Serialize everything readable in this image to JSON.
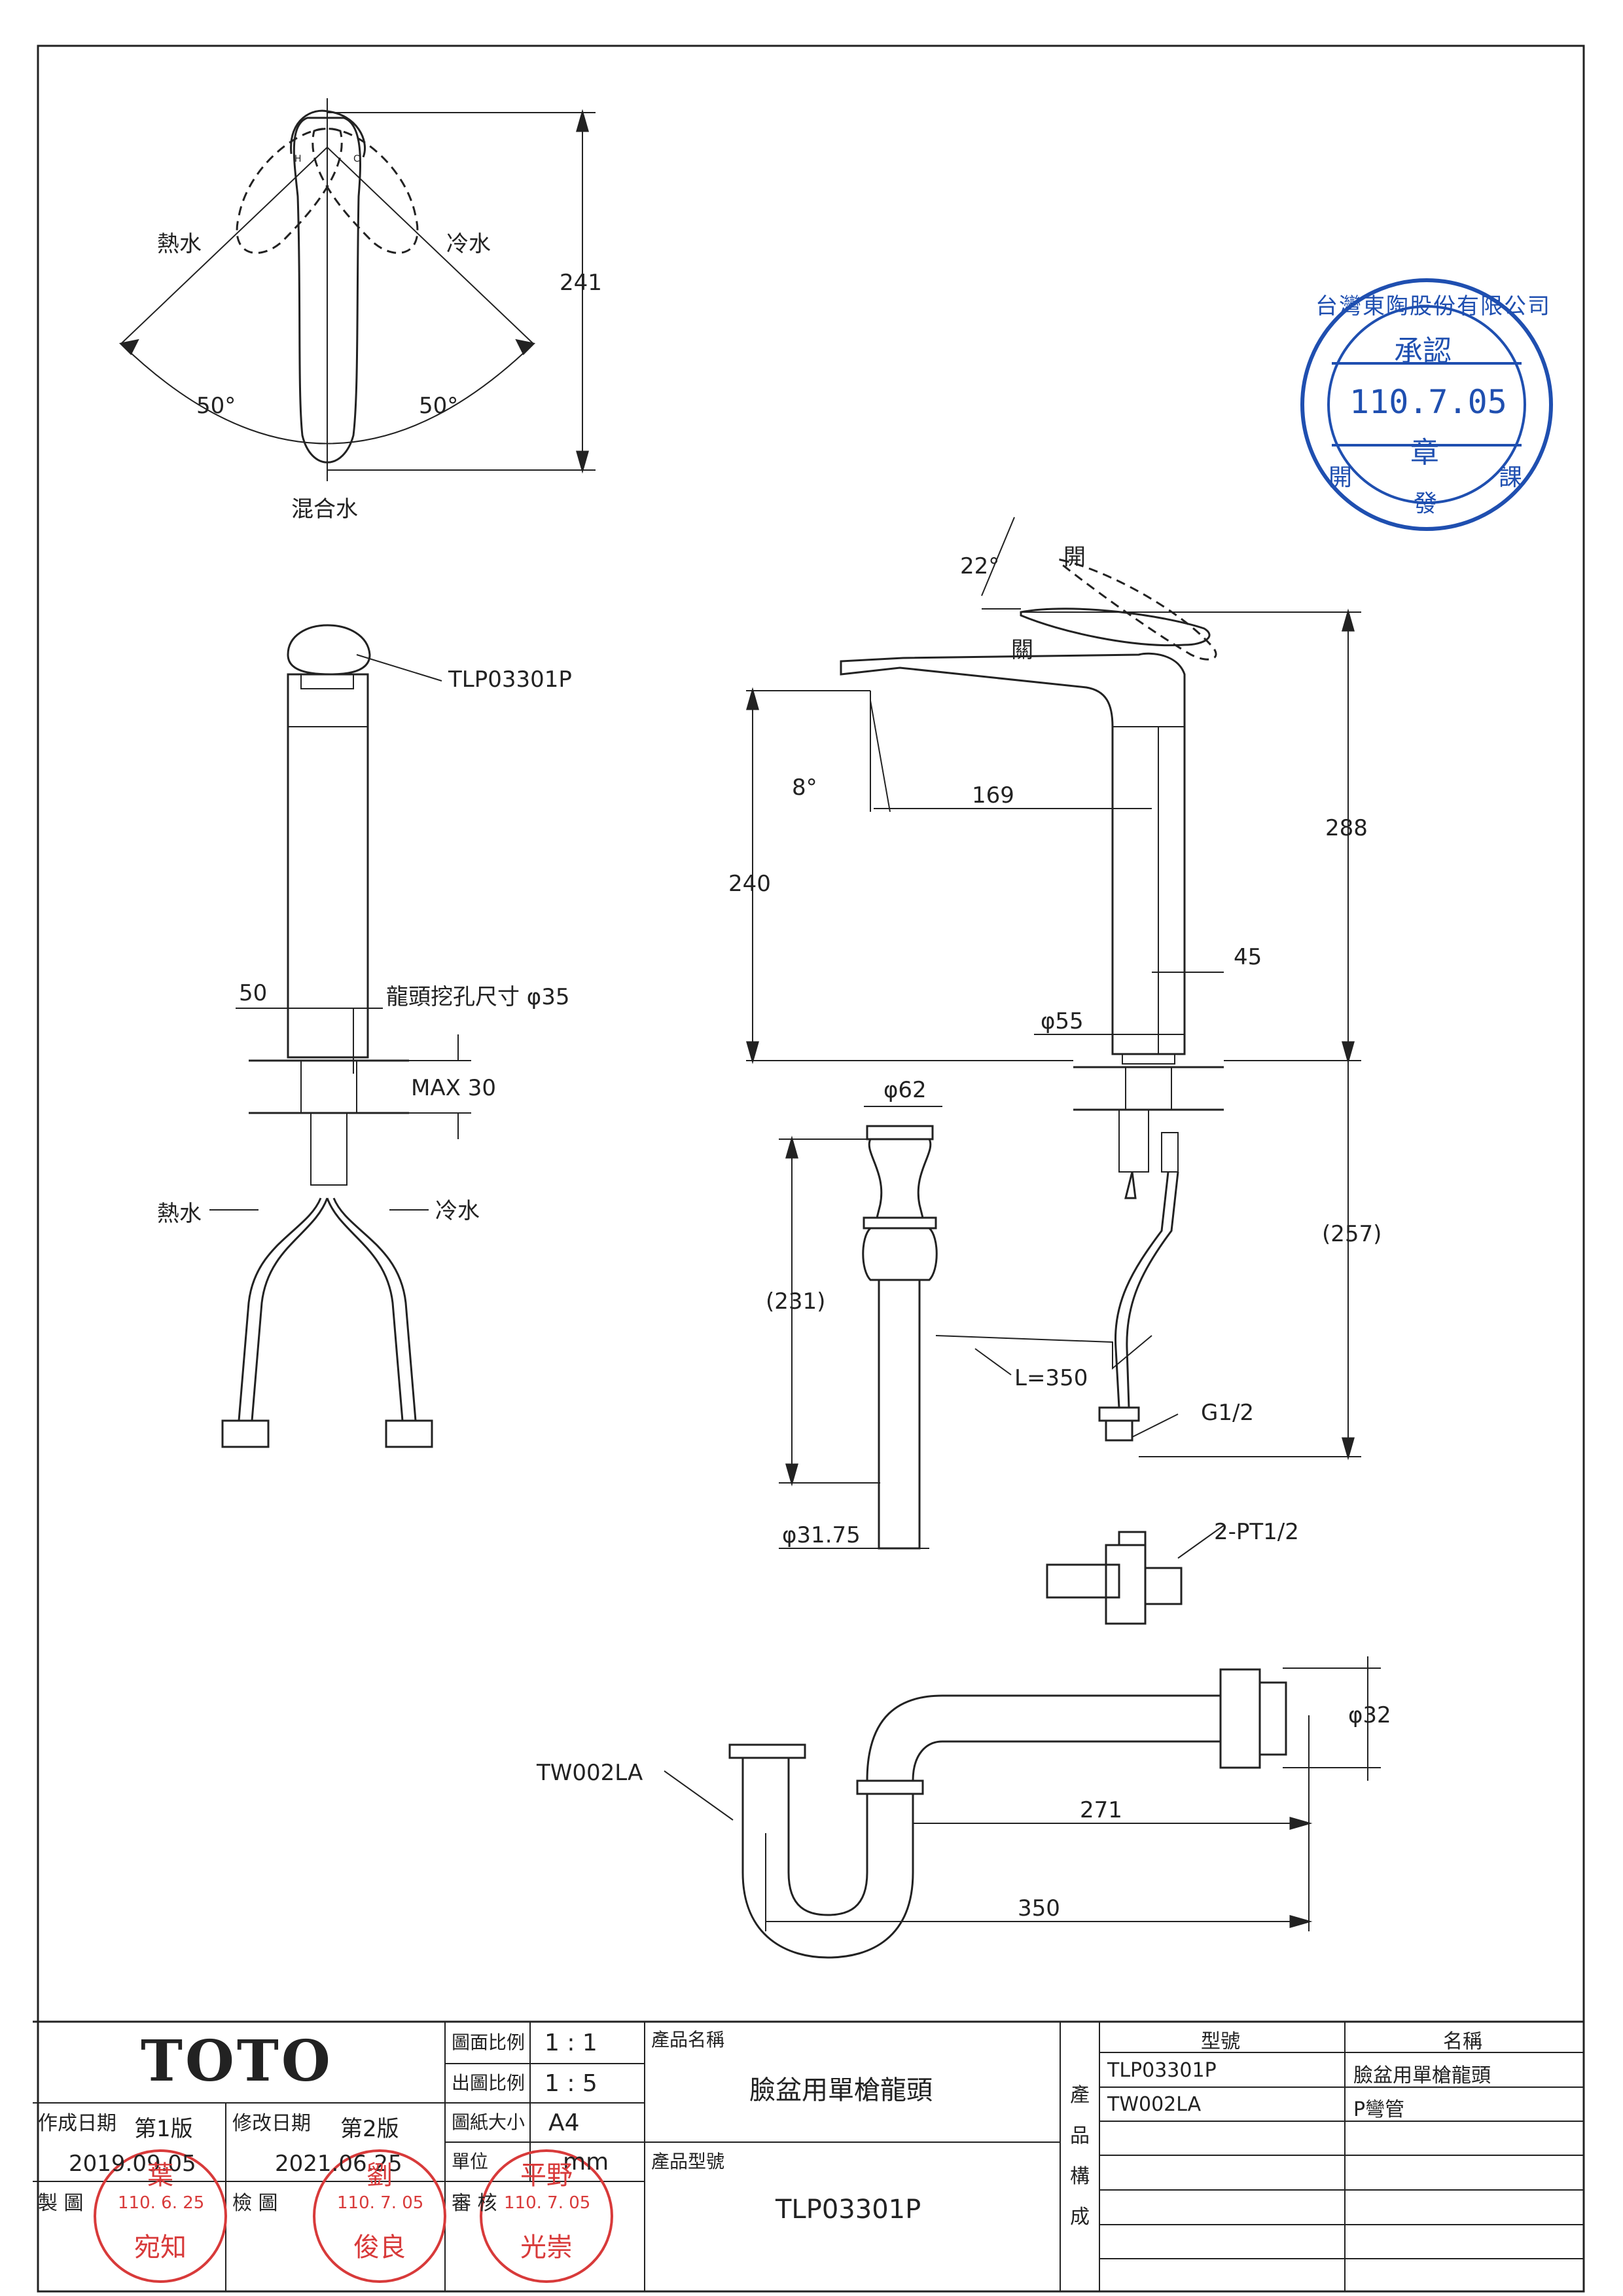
{
  "top_view": {
    "hot_label": "熱水",
    "cold_label": "冷水",
    "angle_left": "50°",
    "angle_right": "50°",
    "mixed_label": "混合水",
    "height_dim": "241",
    "handle_h": "H",
    "handle_c": "C"
  },
  "front_view": {
    "part_label": "TLP03301P",
    "width_dim": "50",
    "hole_label": "龍頭挖孔尺寸 φ35",
    "max_label": "MAX 30",
    "hot_label": "熱水",
    "cold_label": "冷水"
  },
  "side_view": {
    "open_label": "開",
    "close_label": "關",
    "angle_22": "22°",
    "angle_8": "8°",
    "reach_dim": "169",
    "height_288": "288",
    "height_240": "240",
    "offset_45": "45",
    "base_dim": "φ55",
    "drain_dia": "φ62",
    "below_257": "(257)",
    "drain_231": "(231)",
    "rod_len": "L=350",
    "thread_g": "G1/2",
    "pipe_dia": "φ31.75",
    "valve_label": "2-PT1/2"
  },
  "trap_view": {
    "part_label": "TW002LA",
    "dia_dim": "φ32",
    "len_271": "271",
    "len_350": "350"
  },
  "stamp_blue": {
    "ring_text": "台灣東陶股份有限公司",
    "top": "承認",
    "date": "110.7.05",
    "mark": "章",
    "dept_left": "開",
    "dept_mid": "發",
    "dept_right": "課"
  },
  "title_block": {
    "logo": "TOTO",
    "made_date_label": "作成日期",
    "made_version": "第1版",
    "made_date": "2019.09.05",
    "rev_date_label": "修改日期",
    "rev_version": "第2版",
    "rev_date": "2021.06.25",
    "drawn_label": "製 圖",
    "check_label": "檢 圖",
    "approve_label": "審 核",
    "scale_draw_label": "圖面比例",
    "scale_draw": "1 : 1",
    "scale_out_label": "出圖比例",
    "scale_out": "1 : 5",
    "paper_label": "圖紙大小",
    "paper": "A4",
    "unit_label": "單位",
    "unit": "mm",
    "product_name_label": "產品名稱",
    "product_name": "臉盆用單槍龍頭",
    "product_model_label": "產品型號",
    "product_model": "TLP03301P",
    "composition_label": "產品構成",
    "col_model": "型號",
    "col_name": "名稱",
    "rows": [
      {
        "model": "TLP03301P",
        "name": "臉盆用單槍龍頭"
      },
      {
        "model": "TW002LA",
        "name": "P彎管"
      }
    ],
    "stamp_drawn": {
      "top": "葉",
      "date": "110. 6. 25",
      "bottom": "宛知"
    },
    "stamp_check": {
      "top": "劉",
      "date": "110. 7. 05",
      "bottom": "俊良"
    },
    "stamp_approve": {
      "top": "平野",
      "date": "110. 7. 05",
      "bottom": "光崇"
    }
  },
  "colors": {
    "ink": "#222222",
    "stamp_blue": "#1f4fb0",
    "stamp_red": "#d83a3a"
  }
}
